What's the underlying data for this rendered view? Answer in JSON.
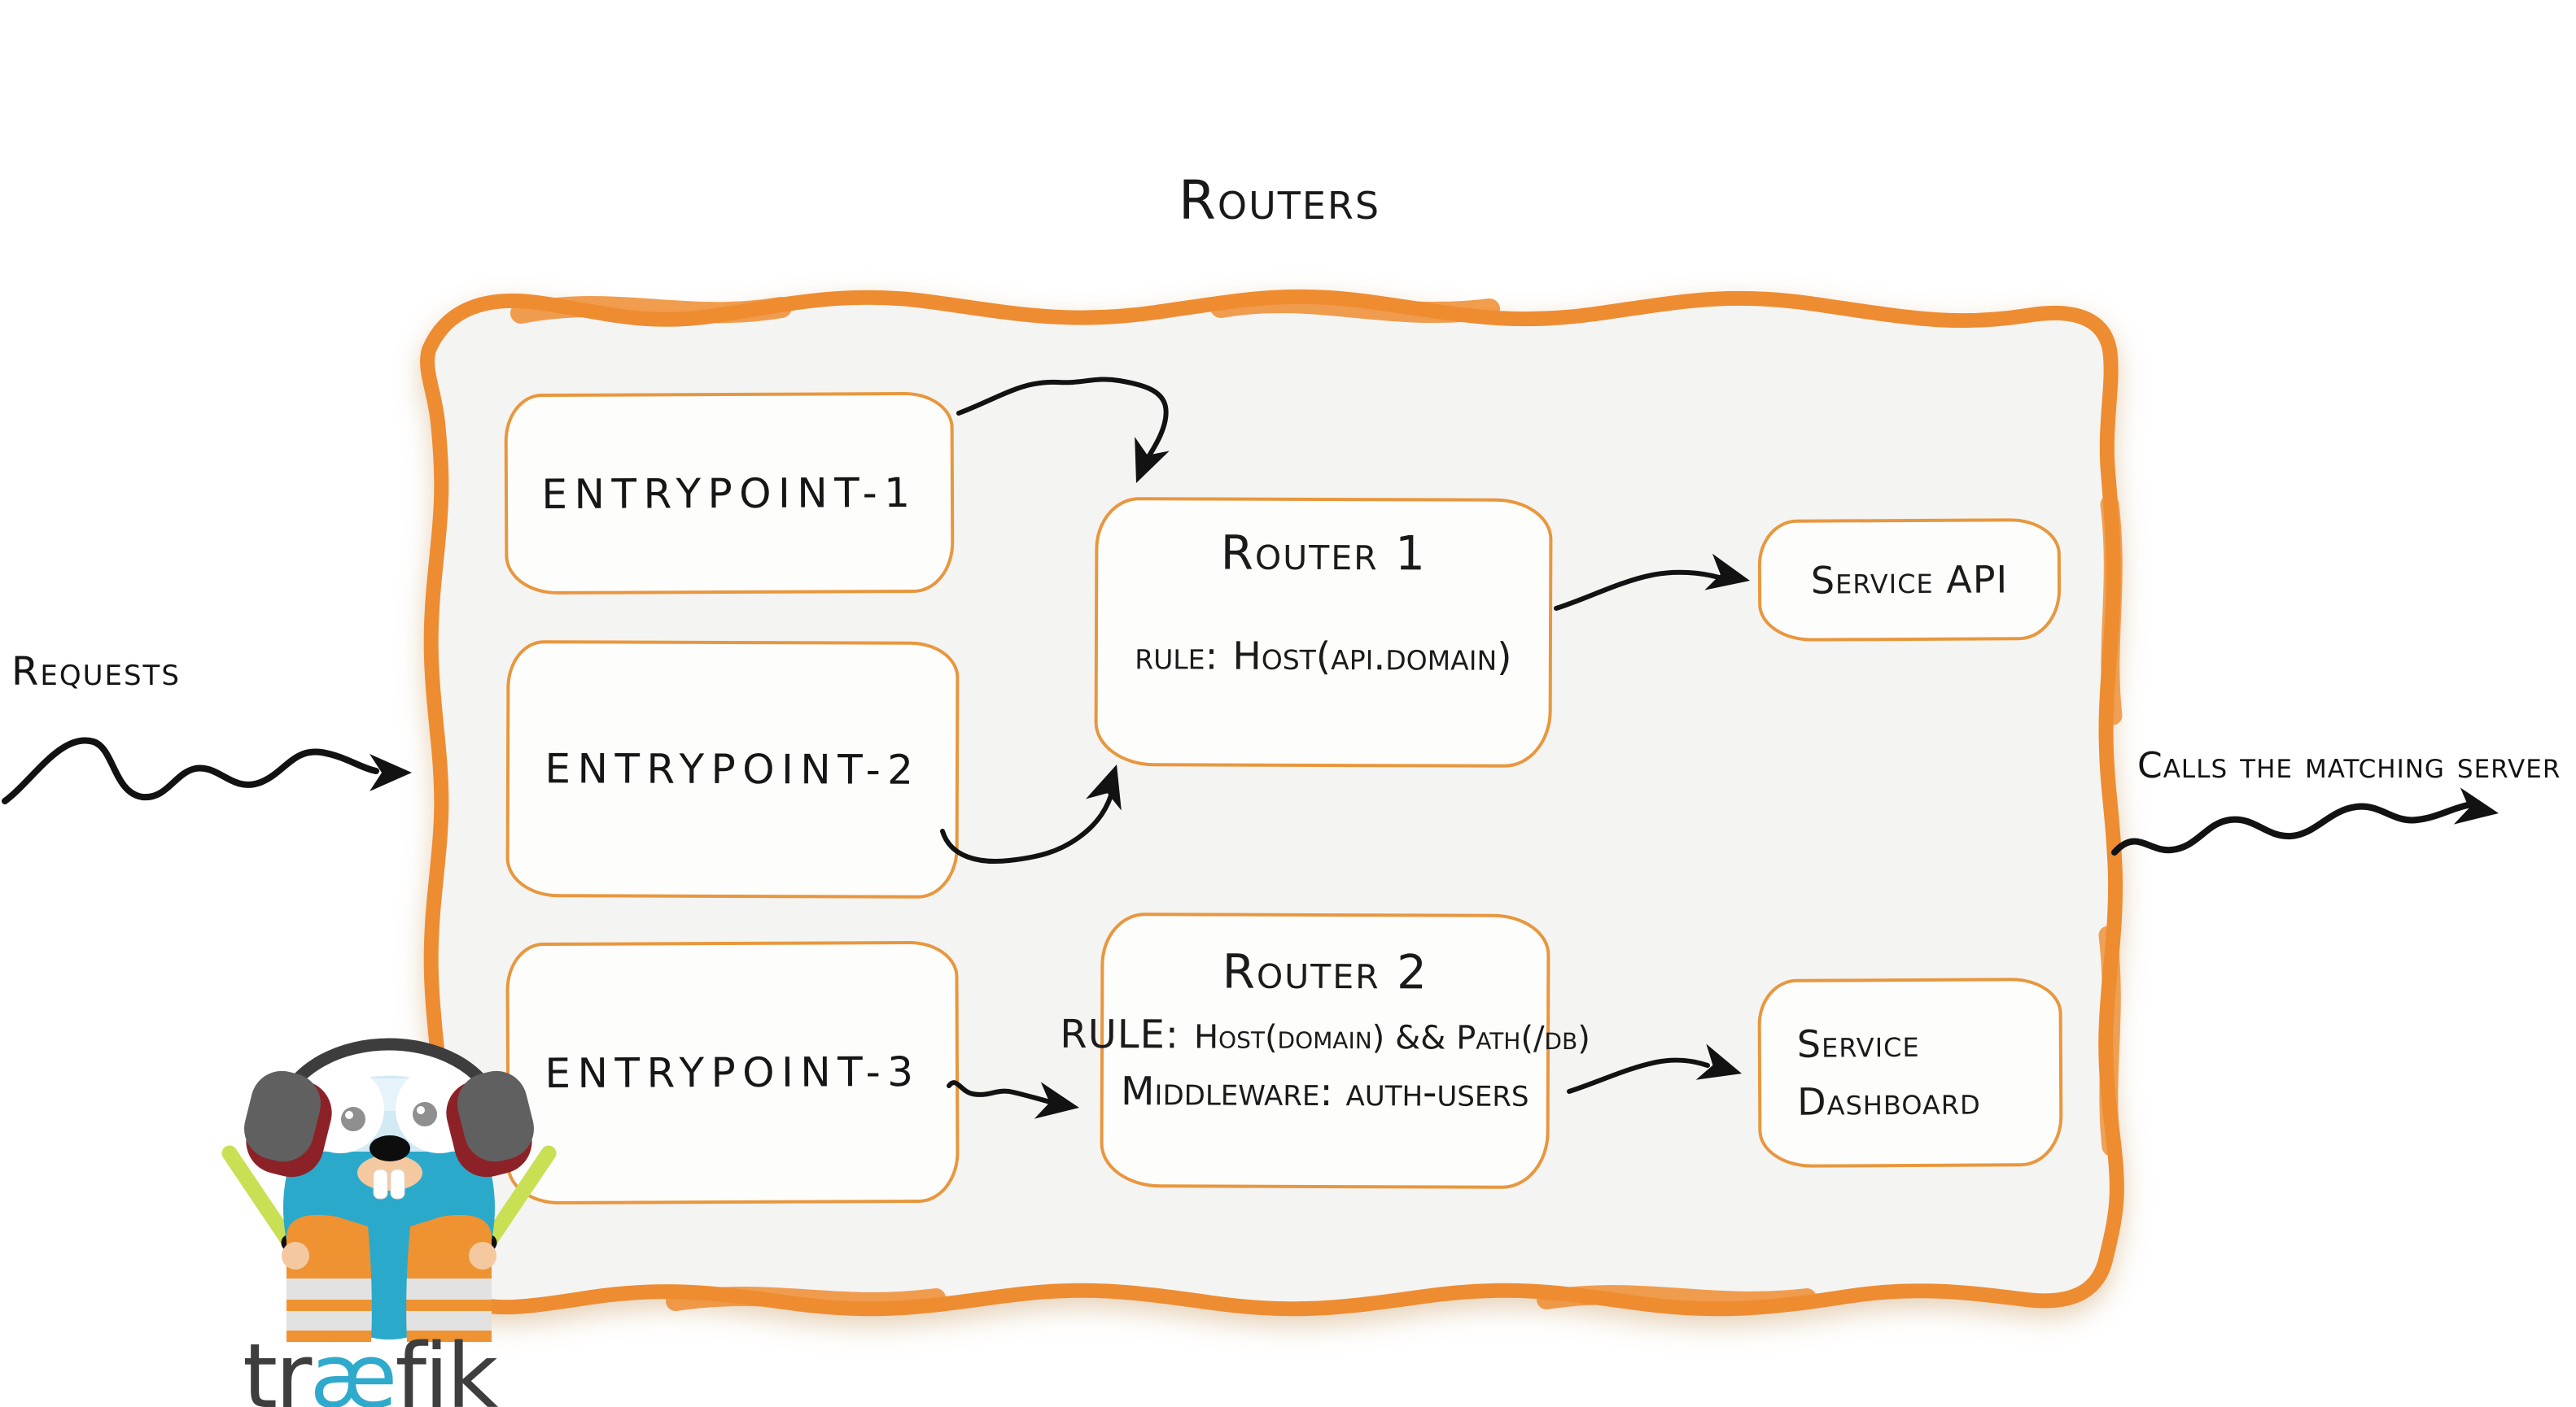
{
  "title": "Routers",
  "flow": {
    "incoming_label": "Requests",
    "outgoing_label": "Calls the matching server"
  },
  "entrypoints": [
    {
      "label": "entrypoint-1"
    },
    {
      "label": "entrypoint-2"
    },
    {
      "label": "entrypoint-3"
    }
  ],
  "routers": [
    {
      "name": "Router 1",
      "rule_label": "rule:",
      "rule_value": "Host(api.domain)"
    },
    {
      "name": "Router 2",
      "rule_label": "RULE:",
      "rule_value": "Host(domain) && Path(/db)",
      "middleware_label": "Middleware:",
      "middleware_value": "auth-users"
    }
  ],
  "services": [
    {
      "label": "Service API"
    },
    {
      "label_line1": "Service",
      "label_line2": "Dashboard"
    }
  ],
  "logo": {
    "wordmark_part1": "tr",
    "wordmark_part2": "æ",
    "wordmark_part3": "fik"
  },
  "colors": {
    "brand_orange": "#ee8c30",
    "box_border_orange": "#e8973e",
    "container_fill": "#f4f4f3",
    "ink": "#1b1b1b",
    "gopher_teal": "#2ba9cb",
    "logo_gray": "#3e3e3e",
    "logo_teal": "#2fa9cc",
    "glowstick_green": "#c9e055"
  }
}
